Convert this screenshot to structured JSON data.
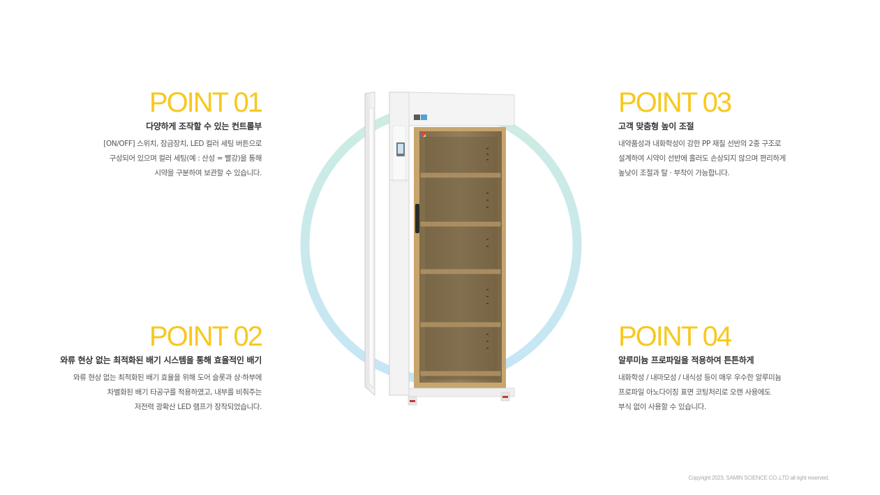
{
  "colors": {
    "accent": "#f7c81e",
    "ring_top": "#bfe6dc",
    "ring_bottom": "#bfe2f4"
  },
  "points": {
    "p1": {
      "title": "POINT 01",
      "subtitle": "다양하게 조작할 수 있는 컨트롤부",
      "lines": [
        "[ON/OFF] 스위치, 잠금장치, LED 컬러 세팅 버튼으로",
        "구성되어 있으며 컬러 세팅(예 : 산성 = 빨강)을 통해",
        "시약을 구분하여 보관할 수 있습니다."
      ]
    },
    "p2": {
      "title": "POINT 02",
      "subtitle": "와류 현상 없는 최적화된 배기 시스템을 통해 효율적인 배기",
      "lines": [
        "와류 현상 없는 최적화된 배기 효율을 위해 도어 슬롯과 상·하부에",
        "차별화된 배기 타공구를 적용하였고, 내부를 비춰주는",
        "저전력 광확산 LED 램프가 장착되었습니다."
      ]
    },
    "p3": {
      "title": "POINT 03",
      "subtitle": "고객 맞춤형 높이 조절",
      "lines": [
        "내약품성과 내화학성이 강한 PP 재질 선반의 2중 구조로",
        "설계하여 시약이 선반에 흘러도 손상되지 않으며 편리하게",
        "높낮이 조절과 탈 · 부착이 가능합니다."
      ]
    },
    "p4": {
      "title": "POINT 04",
      "subtitle": "알루미늄 프로파일을 적용하여 튼튼하게",
      "lines": [
        "내화학성 / 내마모성 / 내식성 등이 매우 우수한 알루미늄",
        "프로파일 아노다이징 표면 코팅처리로 오랜 사용에도",
        "부식 없이 사용할 수 있습니다."
      ]
    }
  },
  "cabinet": {
    "shelves": 5,
    "glass_color": "#8a7652",
    "frame_color": "#ededed"
  },
  "footer": {
    "copyright": "Copyright 2023, SAMIN SCIENCE CO.,LTD all right reserved."
  }
}
